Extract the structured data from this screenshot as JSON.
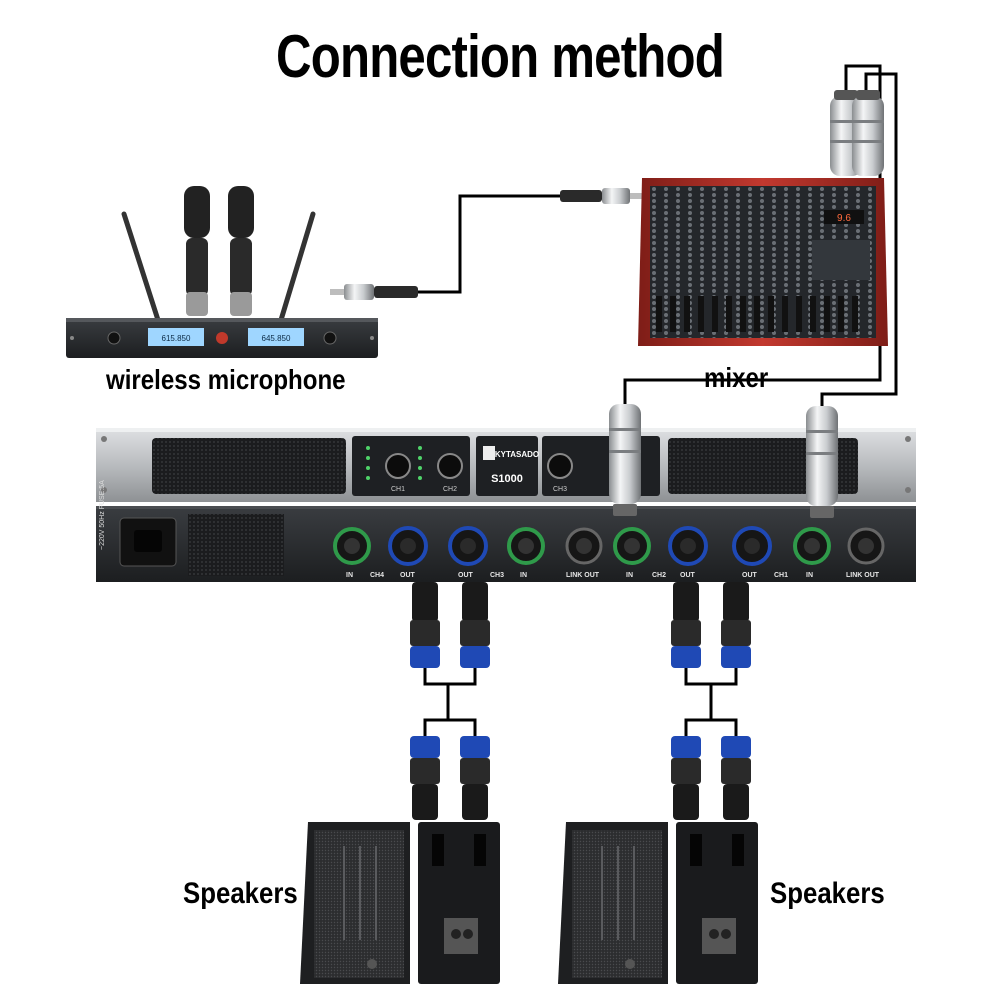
{
  "title": "Connection method",
  "labels": {
    "wireless_microphone": "wireless microphone",
    "mixer": "mixer",
    "speakers_left": "Speakers",
    "speakers_right": "Speakers"
  },
  "amplifier": {
    "brand": "KYTASADO",
    "model": "S1000",
    "front_channel_labels": [
      "CH1",
      "CH2",
      "CH3"
    ],
    "rear_labels": [
      "IN",
      "CH4",
      "OUT",
      "OUT",
      "CH3",
      "IN",
      "LINK OUT",
      "IN",
      "CH2",
      "OUT",
      "OUT",
      "CH1",
      "IN",
      "LINK OUT"
    ],
    "power_label": "~220V 50Hz FUSE:5A"
  },
  "receiver": {
    "display_left": "615.850",
    "display_right": "645.850"
  },
  "mixer_display": "9.6",
  "colors": {
    "cable": "#000000",
    "amp_silver": "#b9bcbf",
    "amp_dark": "#2a2c2f",
    "mixer_red": "#b3312a",
    "speakon_blue": "#1f49b5",
    "xlr_green": "#2f9a4a",
    "receiver_display": "#9fd6ff"
  }
}
